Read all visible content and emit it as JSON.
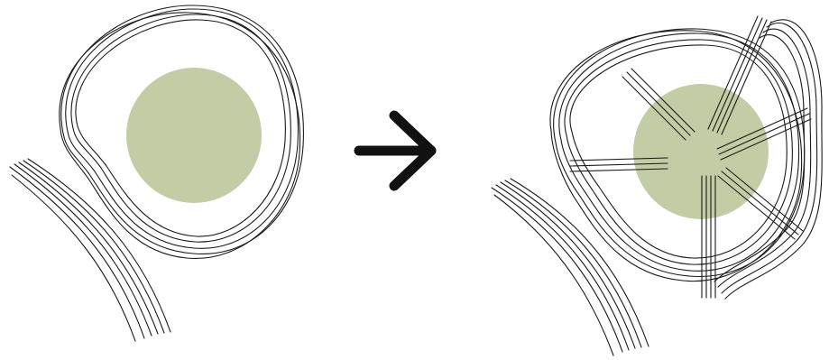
{
  "colors": {
    "background": "#ffffff",
    "line": "#1a1a1a",
    "core_fill": "#c2cca5",
    "arrow": "#111111"
  },
  "icons": {
    "transition": "arrow-right-icon"
  },
  "panels": [
    {
      "id": "before",
      "parts": [
        "looped-boundary-sketch",
        "green-core-circle",
        "curved-edge-lines"
      ]
    },
    {
      "id": "after",
      "parts": [
        "looped-boundary-sketch",
        "green-core-circle",
        "curved-edge-lines",
        "radiating-line-bundles",
        "outer-irregular-loop"
      ]
    }
  ]
}
